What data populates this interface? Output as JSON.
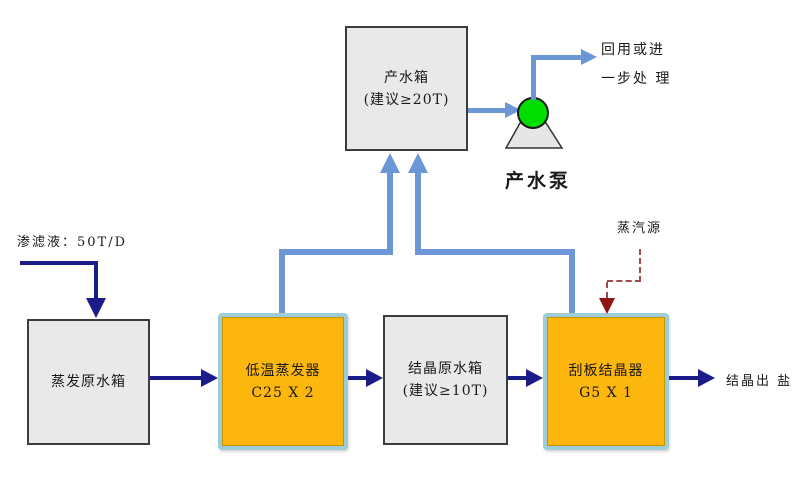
{
  "colors": {
    "navy": "#1b1b8a",
    "steel": "#6d96d7",
    "orange": "#fcb60d",
    "lightblue": "#9ecdda",
    "pumpgreen": "#00dd00",
    "dashred": "#a04a4a",
    "darkred": "#8e1616",
    "boxfill": "#e9e9e9",
    "boxborder": "#3c3c3c"
  },
  "nodes": {
    "product_tank": {
      "line1": "产水箱",
      "line2": "(建议≥20T)"
    },
    "evaporation_tank": {
      "line1": "蒸发原水箱"
    },
    "evaporator": {
      "line1": "低温蒸发器",
      "line2": "C25 X 2"
    },
    "crystallization_tank": {
      "line1": "结晶原水箱",
      "line2": "(建议≥10T)"
    },
    "crystallizer": {
      "line1": "刮板结晶器",
      "line2": "G5 X 1"
    }
  },
  "labels": {
    "influent": "渗滤液：50T/D",
    "reuse_line1": "回用或进",
    "reuse_line2": "一步处 理",
    "pump": "产水泵",
    "steam_source": "蒸汽源",
    "salt_output": "结晶出 盐"
  }
}
